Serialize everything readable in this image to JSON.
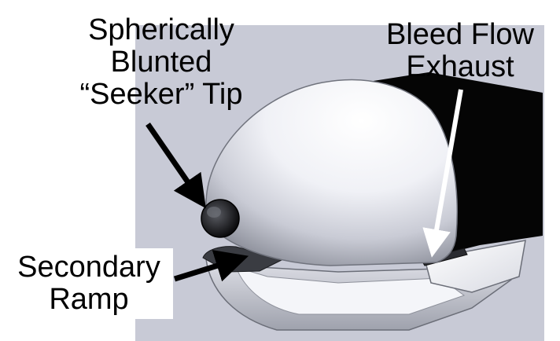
{
  "labels": {
    "tip": [
      "Spherically",
      "Blunted",
      "“Seeker” Tip"
    ],
    "bleed": [
      "Bleed Flow",
      "Exhaust"
    ],
    "ramp": [
      "Secondary",
      "Ramp"
    ]
  },
  "colors": {
    "background": "#c8cad6",
    "body_dark": "#050505",
    "nose_light": "#ffffff",
    "nose_shadow": "#8a8d98",
    "arrow_black": "#000000",
    "arrow_white": "#ffffff"
  }
}
